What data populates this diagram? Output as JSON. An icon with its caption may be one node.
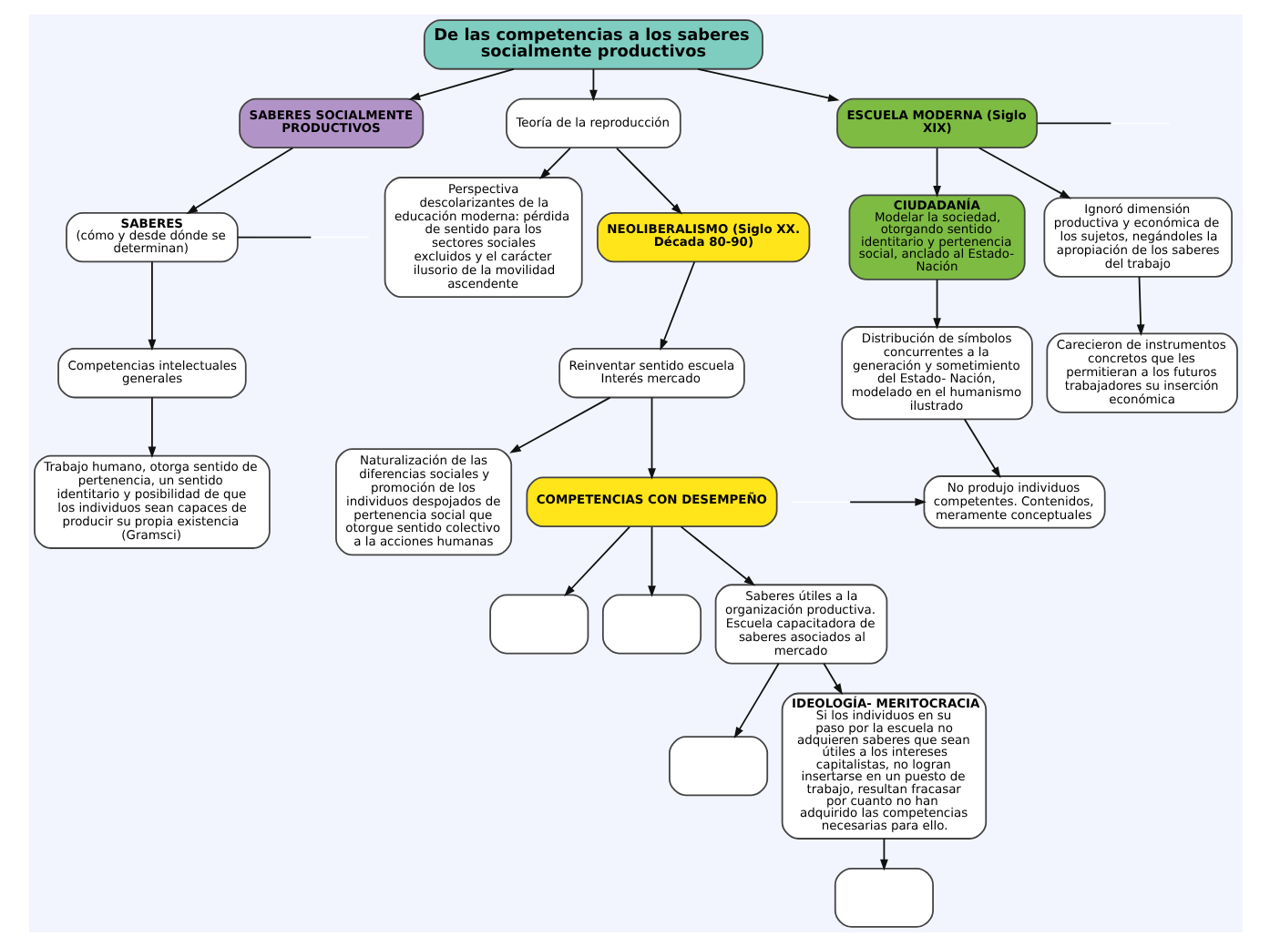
{
  "diagram": {
    "nodes": [
      {
        "text": [
          "De las competencias a los saberes socialmente productivos"
        ]
      },
      {
        "text": [
          "Trabajo humano, otorga sentido de pertenencia, un sentido identitario y posibilidad de que los individuos sean capaces de producir su propia existencia (Gramsci)"
        ]
      },
      {
        "text": [
          "Competencias intelectuales generales"
        ]
      },
      {
        "text": [
          "SABERES",
          "(cómo y desde dónde se determinan)"
        ]
      },
      {
        "text": [
          "SABERES SOCIALMENTE PRODUCTIVOS"
        ]
      },
      {
        "text": [
          "Perspectiva descolarizantes de la educación moderna: pérdida de sentido para los sectores sociales excluidos y el carácter ilusorio de la movilidad ascendente"
        ]
      },
      {
        "text": [
          "Teoría de la reproducción"
        ]
      },
      {
        "text": [
          "Naturalización de las diferencias sociales y promoción de los individuos despojados de pertenencia social que otorgue sentido colectivo a la acciones humanas"
        ]
      },
      {
        "text": [
          "Reinventar sentido escuela Interés mercado"
        ]
      },
      {
        "text": [
          "NEOLIBERALISMO (Siglo XX. Década 80-90)"
        ]
      },
      {
        "text": [
          "COMPETENCIAS CON DESEMPEÑO"
        ]
      },
      {
        "text": [],
        "shape": "box"
      },
      {
        "text": [],
        "shape": "box"
      },
      {
        "text": [
          "Saberes útiles a la organización productiva. Escuela capacitadora de saberes asociados al mercado"
        ]
      },
      {
        "text": [],
        "shape": "box"
      },
      {
        "text": [
          "IDEOLOGÍA- MERITOCRACIA",
          "Si los individuos en su paso por la escuela no adquieren saberes que sean útiles a los intereses capitalistas, no logran insertarse en un puesto de trabajo, resultan fracasar por cuanto no han adquirido las competencias necesarias para ello."
        ]
      },
      {
        "text": [],
        "shape": "box"
      },
      {
        "text": [
          "ESCUELA MODERNA (Siglo XIX)"
        ]
      },
      {
        "text": [
          "CIUDADANÍA",
          "Modelar la sociedad, otorgando sentido identitario y pertenencia social, anclado al Estado- Nación"
        ]
      },
      {
        "text": [
          "Ignoró dimensión productiva y económica de los sujetos, negándoles la apropiación de los saberes del trabajo"
        ]
      },
      {
        "text": [
          "Distribución de símbolos concurrentes a la generación y sometimiento del Estado- Nación, modelado en el humanismo ilustrado"
        ]
      },
      {
        "text": [
          "Carecieron de instrumentos concretos que les permitieran a los futuros trabajadores su inserción económica"
        ]
      },
      {
        "text": [
          "No produjo individuos competentes. Contenidos, meramente conceptuales"
        ]
      }
    ],
    "edges": [
      {
        "from": 0,
        "to": 4,
        "arrow": "to"
      },
      {
        "from": 3,
        "to": null,
        "arrow": "none"
      },
      {
        "from": 4,
        "to": 3,
        "arrow": "to"
      },
      {
        "from": 3,
        "to": 2,
        "arrow": "to"
      },
      {
        "from": 2,
        "to": 1,
        "arrow": "to"
      },
      {
        "from": 0,
        "to": 6,
        "arrow": "to"
      },
      {
        "from": 6,
        "to": 5,
        "arrow": "to"
      },
      {
        "from": 6,
        "to": 9,
        "arrow": "to"
      },
      {
        "from": 9,
        "to": 8,
        "arrow": "to"
      },
      {
        "from": 8,
        "to": 7,
        "arrow": "to"
      },
      {
        "from": 8,
        "to": 10,
        "arrow": "to"
      },
      {
        "from": 10,
        "to": 11,
        "arrow": "to"
      },
      {
        "from": 10,
        "to": 12,
        "arrow": "to"
      },
      {
        "from": 10,
        "to": 13,
        "arrow": "to"
      },
      {
        "from": 13,
        "to": 14,
        "arrow": "to"
      },
      {
        "from": 13,
        "to": 15,
        "arrow": "to"
      },
      {
        "from": 15,
        "to": 16,
        "arrow": "to"
      },
      {
        "from": 0,
        "to": 17,
        "arrow": "to"
      },
      {
        "from": 17,
        "to": 18,
        "arrow": "to"
      },
      {
        "from": 17,
        "to": 19,
        "arrow": "to"
      },
      {
        "from": 17,
        "to": null,
        "arrow": "none"
      },
      {
        "from": 18,
        "to": 20,
        "arrow": "to"
      },
      {
        "from": 20,
        "to": 22,
        "arrow": "to"
      },
      {
        "from": 19,
        "to": 21,
        "arrow": "to"
      },
      {
        "from": null,
        "to": 22,
        "arrow": "to"
      }
    ]
  }
}
